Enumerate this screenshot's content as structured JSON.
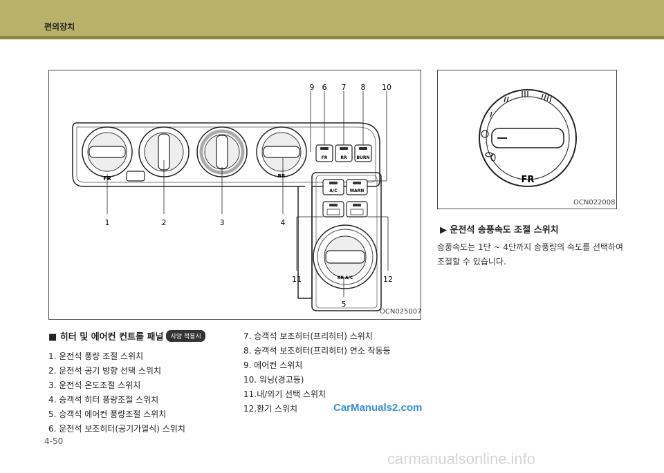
{
  "header": {
    "title": "편의장치"
  },
  "figure1": {
    "code": "OCN025007",
    "callouts": [
      "9",
      "6",
      "7",
      "8",
      "10",
      "1",
      "2",
      "3",
      "4",
      "11",
      "12",
      "5"
    ],
    "labels": {
      "fr": "FR",
      "rr": "RR",
      "fr_btn": "FR",
      "rr_btn": "RR",
      "burn": "BURN",
      "ac": "A/C",
      "warn": "WARN",
      "rr_ac": "RR A/C"
    }
  },
  "figure2": {
    "code": "OCN022008",
    "label": "FR"
  },
  "caption": "▶ 운전석 송풍속도 조절 스위치",
  "description": "송풍속도는 1단 ~ 4단까지 송풍량의 속도를 선택하여 조절할 수 있습니다.",
  "section": {
    "title": "■ 히터 및 에어컨 컨트롤 패널",
    "badge": "사양 적용시"
  },
  "list_left": [
    "1. 운전석 풍량 조절 스위치",
    "2. 운전석 공기 방향 선택 스위치",
    "3. 운전석 온도조절 스위치",
    "4. 승객석 히터 풍량조절 스위치",
    "5. 승객석 에어컨 풍량조절 스위치",
    "6. 운전석 보조히터(공기가열식) 스위치"
  ],
  "list_right": [
    "7. 승객석 보조히터(프리히터) 스위치",
    "8. 승객석 보조히터(프리히터) 연소 작동등",
    "9. 에어컨 스위치",
    "10. 워닝(경고등)",
    "11.내/외기 선택 스위치",
    "12.환기 스위치"
  ],
  "watermark": "CarManuals2.com",
  "page_number": "4-50",
  "footer_watermark": "carmanualsonline.info"
}
